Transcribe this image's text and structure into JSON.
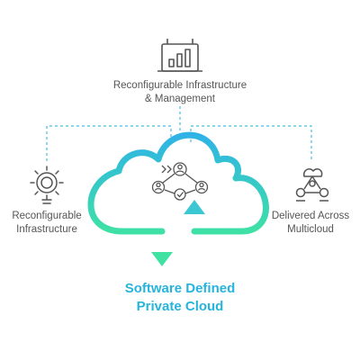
{
  "labels": {
    "top_line1": "Reconfigurable Infrastructure",
    "top_line2": "& Management",
    "left_line1": "Reconfigurable",
    "left_line2": "Infrastructure",
    "right_line1": "Delivered Across",
    "right_line2": "Multicloud"
  },
  "title": {
    "line1": "Software Defined",
    "line2": "Private Cloud"
  },
  "icons": {
    "top": "bar-chart-icon",
    "left": "gear-bulb-icon",
    "right": "multicloud-network-icon",
    "center": "people-network-icon"
  },
  "colors": {
    "gradient_start": "#2fb3e6",
    "gradient_end": "#3ee0a6",
    "dashed_line": "#45bfe0",
    "icon_stroke": "#555555",
    "title": "#27b4dc"
  }
}
